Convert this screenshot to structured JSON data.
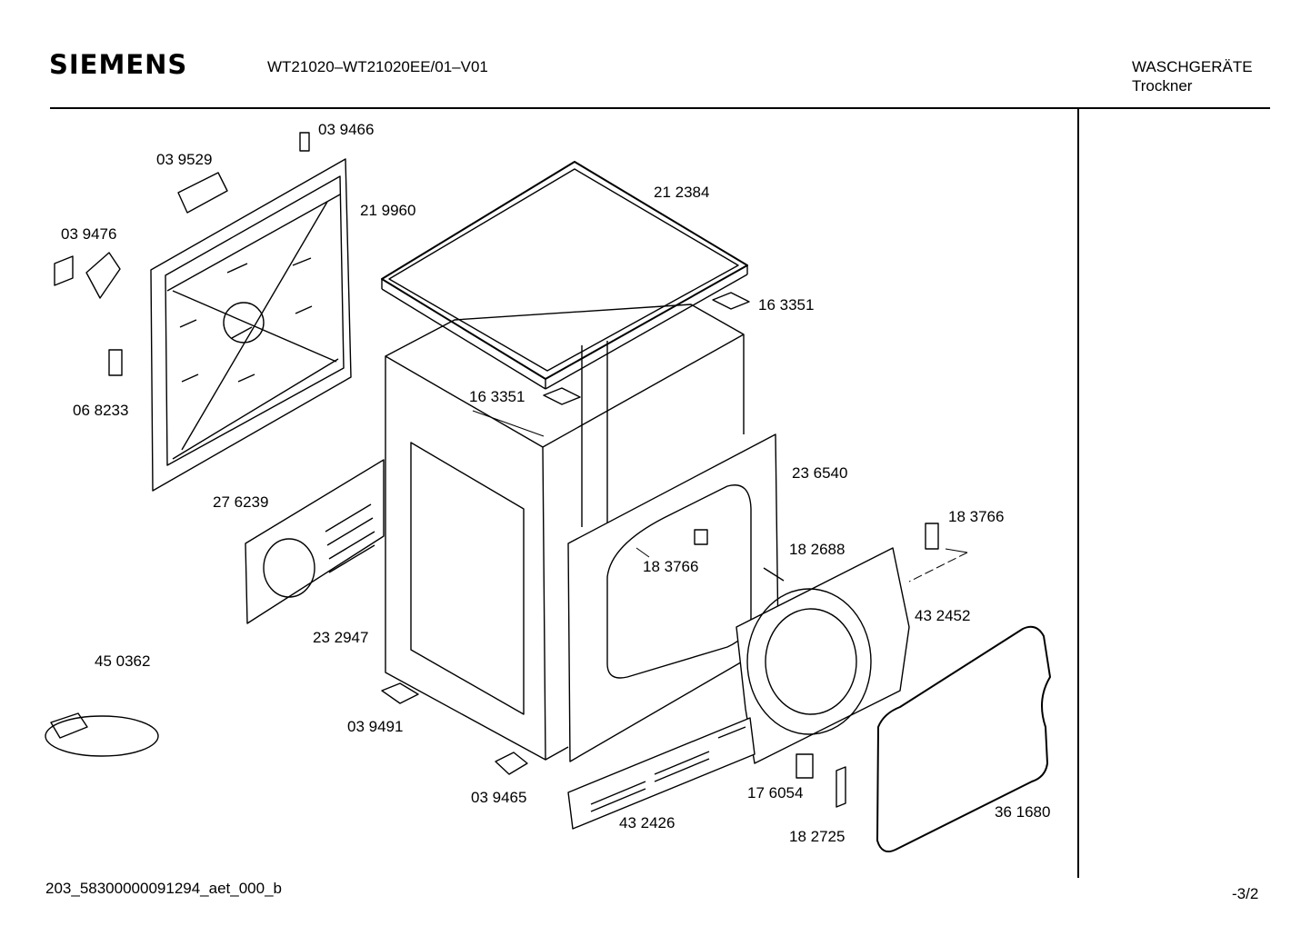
{
  "header": {
    "brand": "SIEMENS",
    "model": "WT21020–WT21020EE/01–V01",
    "category_line1": "WASCHGERÄTE",
    "category_line2": "Trockner"
  },
  "footer": {
    "code": "203_58300000091294_aet_000_b",
    "page": "-3/2"
  },
  "parts": [
    "03 9466",
    "03 9529",
    "21 9960",
    "03 9476",
    "06 8233",
    "27 6239",
    "21 2384",
    "16 3351",
    "16 3351",
    "23 6540",
    "18 3766",
    "18 3766",
    "18 2688",
    "43 2452",
    "23 2947",
    "45 0362",
    "03 9491",
    "03 9465",
    "17 6054",
    "43 2426",
    "18 2725",
    "36 1680"
  ]
}
